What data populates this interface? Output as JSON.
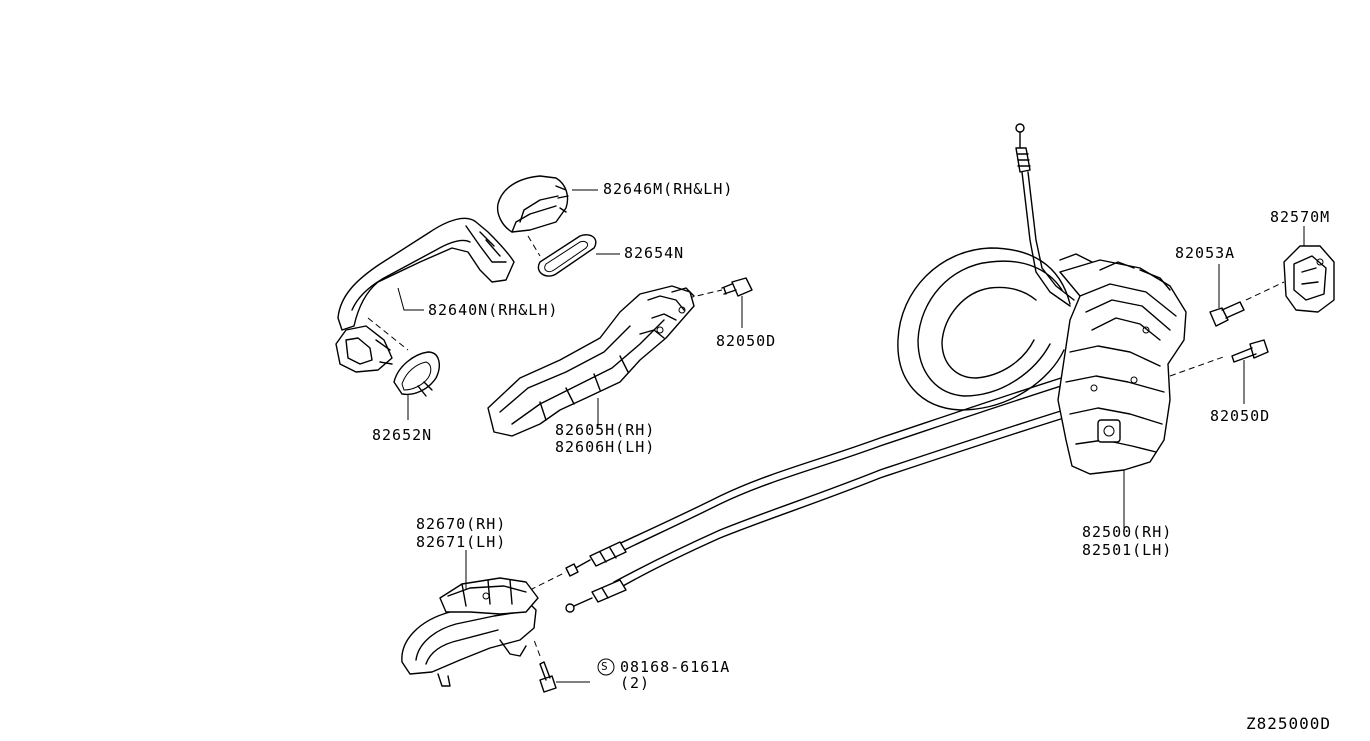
{
  "diagram": {
    "labels": {
      "p82646M": "82646M(RH&LH)",
      "p82654N": "82654N",
      "p82640N": "82640N(RH&LH)",
      "p82652N": "82652N",
      "p82050D_top": "82050D",
      "p82605H": "82605H(RH)",
      "p82606H": "82606H(LH)",
      "p82570M": "82570M",
      "p82053A": "82053A",
      "p82050D_right": "82050D",
      "p82500": "82500(RH)",
      "p82501": "82501(LH)",
      "p82670": "82670(RH)",
      "p82671": "82671(LH)",
      "p08168": "08168-6161A",
      "p08168_qty": "(2)",
      "s_symbol": "S"
    },
    "diagram_code": "Z825000D"
  }
}
